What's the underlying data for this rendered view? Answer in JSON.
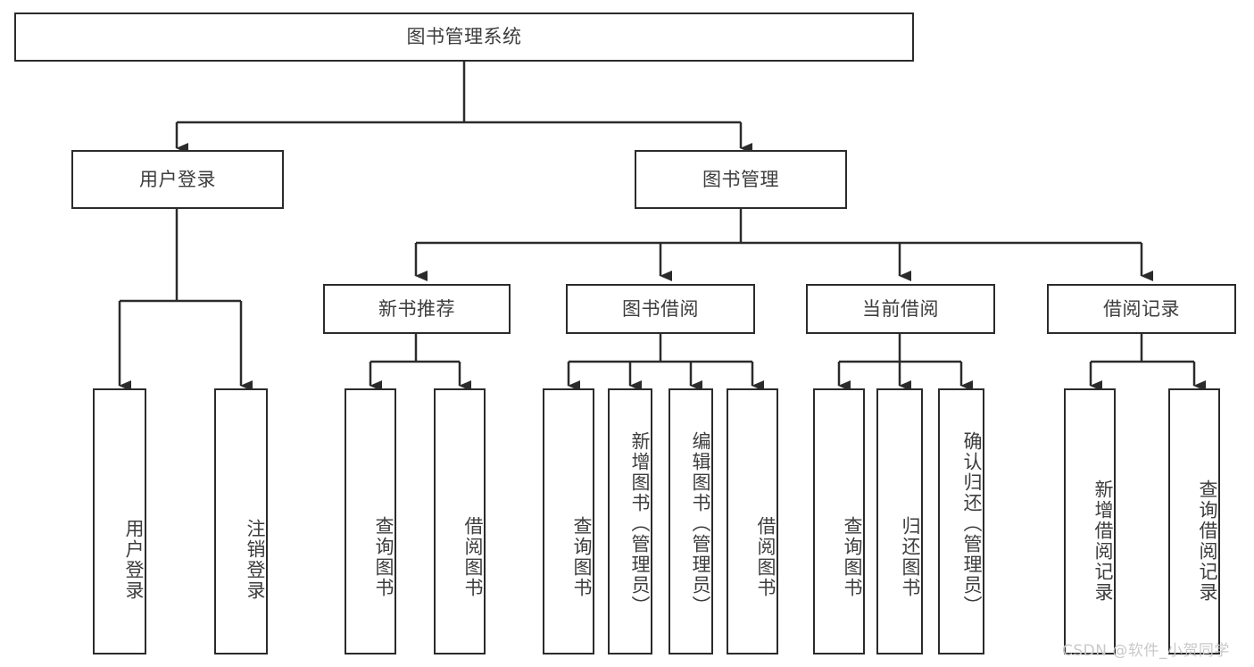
{
  "diagram": {
    "title": "图书管理系统",
    "watermark": "CSDN @软件_小贺同学",
    "colors": {
      "box_border": "#2b2b2b",
      "box_fill": "#ffffff",
      "text": "#3d3d3d",
      "connector": "#2b2b2b",
      "watermark": "#c9c9c9",
      "background": "#ffffff"
    },
    "root": {
      "label": "图书管理系统"
    },
    "level2": [
      {
        "label": "用户登录"
      },
      {
        "label": "图书管理"
      }
    ],
    "level3": [
      {
        "label": "新书推荐"
      },
      {
        "label": "图书借阅"
      },
      {
        "label": "当前借阅"
      },
      {
        "label": "借阅记录"
      }
    ],
    "leaves": {
      "user_login": [
        {
          "label": "用户登录"
        },
        {
          "label": "注销登录"
        }
      ],
      "new_book": [
        {
          "label": "查询图书"
        },
        {
          "label": "借阅图书"
        }
      ],
      "book_borrow": [
        {
          "label": "查询图书"
        },
        {
          "label": "新增图书（管理员）"
        },
        {
          "label": "编辑图书（管理员）"
        },
        {
          "label": "借阅图书"
        }
      ],
      "current_borrow": [
        {
          "label": "查询图书"
        },
        {
          "label": "归还图书"
        },
        {
          "label": "确认归还（管理员）"
        }
      ],
      "borrow_record": [
        {
          "label": "新增借阅记录"
        },
        {
          "label": "查询借阅记录"
        }
      ]
    }
  }
}
